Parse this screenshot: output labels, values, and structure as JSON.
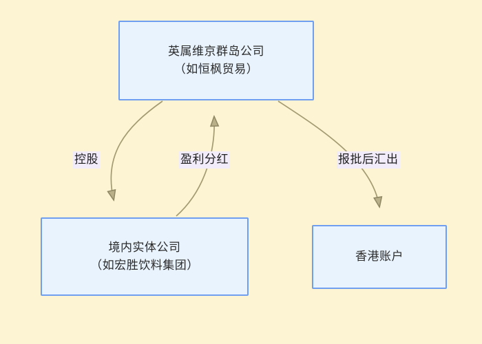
{
  "diagram": {
    "type": "flowchart",
    "background_color": "#fcf4d2",
    "node_fill_color": "#e9f3fd",
    "node_border_color": "#6f9ef0",
    "edge_color": "#a39a72",
    "label_background_color": "#f2ecfa",
    "text_color": "#2b2b2b",
    "nodes": [
      {
        "id": "bvi",
        "lines": [
          "英属维京群岛公司",
          "（如恒枫贸易）"
        ]
      },
      {
        "id": "domestic",
        "lines": [
          "境内实体公司",
          "（如宏胜饮料集团）"
        ]
      },
      {
        "id": "hk",
        "lines": [
          "香港账户"
        ]
      }
    ],
    "edges": [
      {
        "id": "holding",
        "from": "bvi",
        "to": "domestic",
        "label": "控股"
      },
      {
        "id": "dividend",
        "from": "domestic",
        "to": "bvi",
        "label": "盈利分红"
      },
      {
        "id": "remit",
        "from": "bvi",
        "to": "hk",
        "label": "报批后汇出"
      }
    ]
  }
}
